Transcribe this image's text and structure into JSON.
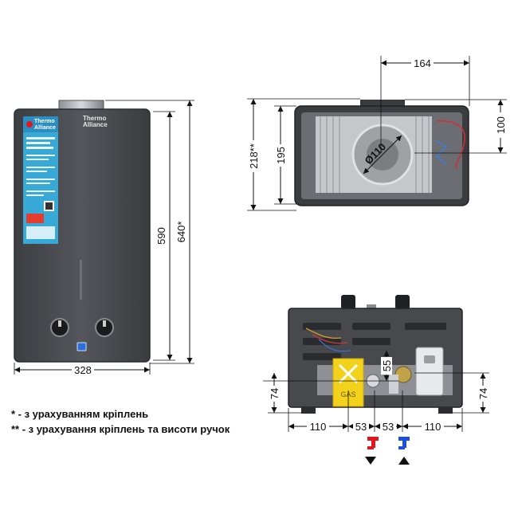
{
  "brand": {
    "line1": "Thermo",
    "line2": "Alliance"
  },
  "front_view": {
    "width": "328",
    "height_body": "590",
    "height_total": "640*"
  },
  "top_view": {
    "width": "164",
    "depth_a": "100",
    "depth_b": "195",
    "depth_total": "218**",
    "flue_diameter": "Ø110"
  },
  "bottom_view": {
    "gas_label": "GAS",
    "side_height_left": "74",
    "side_height_right": "74",
    "inlet_offset": "55",
    "spacing": [
      "110",
      "53",
      "53",
      "110"
    ]
  },
  "notes": [
    "* - з урахуванням кріплень",
    "** - з урахування кріплень та висоти ручок"
  ],
  "colors": {
    "body": "#4a4b4f",
    "panel": "#38a8d6",
    "gas_plate": "#f2d21b",
    "hot": "#e4161c",
    "cold": "#1e4fd8"
  }
}
